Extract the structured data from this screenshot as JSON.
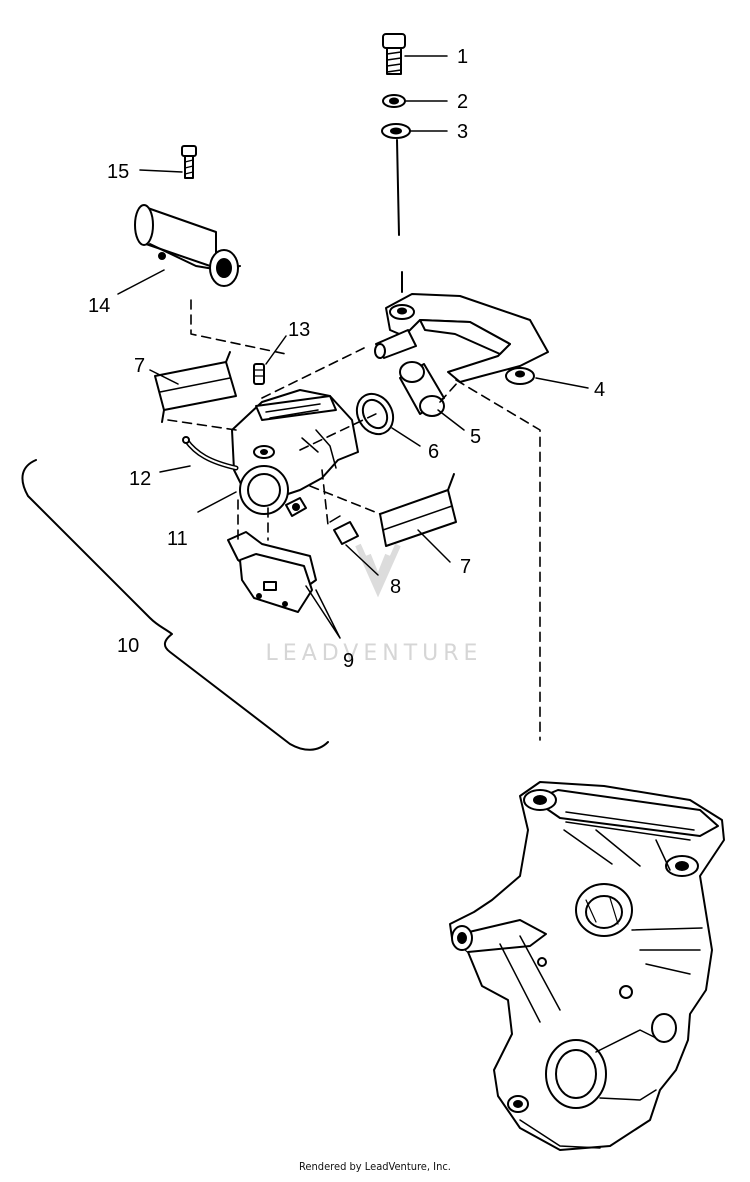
{
  "callouts": {
    "c1": "1",
    "c2": "2",
    "c3": "3",
    "c4": "4",
    "c5": "5",
    "c6": "6",
    "c7a": "7",
    "c7b": "7",
    "c8": "8",
    "c9": "9",
    "c10": "10",
    "c11": "11",
    "c12": "12",
    "c13": "13",
    "c14": "14",
    "c15": "15"
  },
  "watermark": "LEADVENTURE",
  "footer": "Rendered by LeadVenture, Inc."
}
